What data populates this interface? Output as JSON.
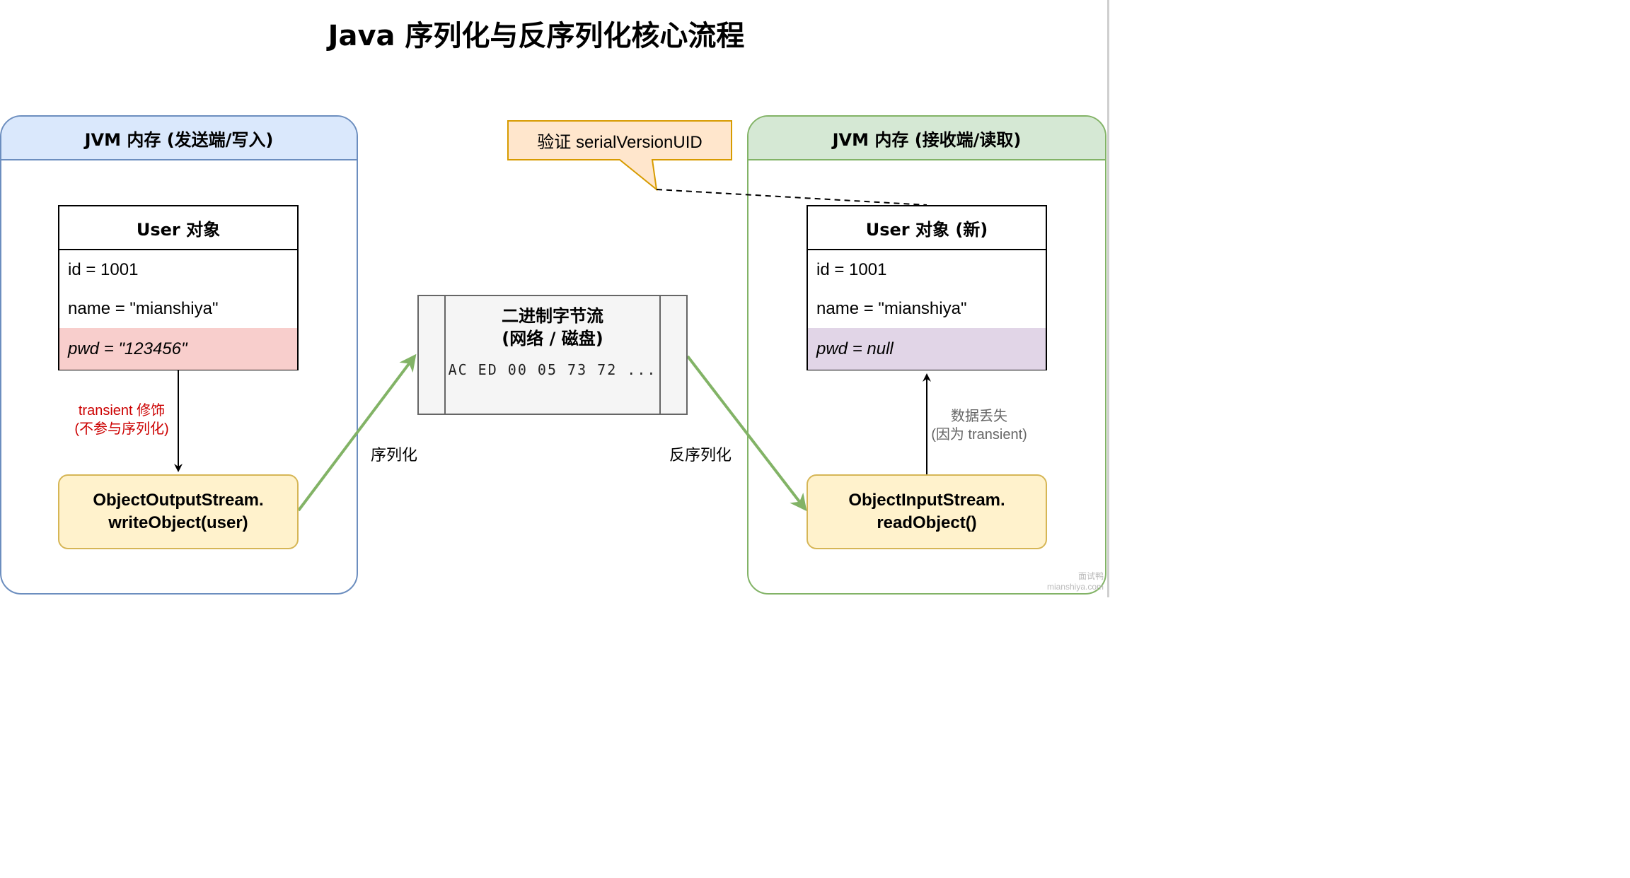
{
  "title": "Java 序列化与反序列化核心流程",
  "sender": {
    "header": "JVM 内存 (发送端/写入)",
    "object": {
      "title": "User 对象",
      "fields": [
        "id = 1001",
        "name = \"mianshiya\"",
        "pwd = \"123456\""
      ]
    },
    "annotation": [
      "transient 修饰",
      "(不参与序列化)"
    ],
    "stream": [
      "ObjectOutputStream.",
      "writeObject(user)"
    ]
  },
  "receiver": {
    "header": "JVM 内存 (接收端/读取)",
    "object": {
      "title": "User 对象 (新)",
      "fields": [
        "id = 1001",
        "name = \"mianshiya\"",
        "pwd = null"
      ]
    },
    "annotation": [
      "数据丢失",
      "(因为 transient)"
    ],
    "stream": [
      "ObjectInputStream.",
      "readObject()"
    ]
  },
  "byte_stream": {
    "title": [
      "二进制字节流",
      "(网络 / 磁盘)"
    ],
    "hex": "AC ED 00 05 73 72 ..."
  },
  "edges": {
    "serialize": "序列化",
    "deserialize": "反序列化"
  },
  "callout": "验证 serialVersionUID",
  "watermark": [
    "面试鸭",
    "mianshiya.com"
  ],
  "colors": {
    "sender_fill": "#dae8fc",
    "sender_stroke": "#6c8ebf",
    "receiver_fill": "#d5e8d4",
    "receiver_stroke": "#82b366",
    "stream_fill": "#fff2cc",
    "stream_stroke": "#d6b656",
    "transient_field": "#f8cecc",
    "null_field": "#e1d5e7",
    "callout_fill": "#ffe6cc",
    "callout_stroke": "#d79b00",
    "arrow_green": "#82b366",
    "annotation_red": "#cc0000"
  }
}
